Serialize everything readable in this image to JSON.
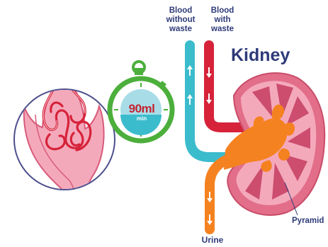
{
  "labels": {
    "blood_without_waste": "Blood\nwithout\nwaste",
    "blood_with_waste": "Blood\nwith\nwaste",
    "kidney": "Kidney",
    "urine": "Urine",
    "pyramid": "Pyramid"
  },
  "timer": {
    "value": "90ml",
    "unit": "min"
  },
  "colors": {
    "vessel_clean": "#3bbccc",
    "vessel_waste": "#d6233a",
    "urine": "#f58220",
    "kidney_outer": "#e26e8a",
    "kidney_inner": "#f4a9bb",
    "pyramid": "#cc4d6d",
    "timer_ring": "#4caf3c",
    "timer_face": "#a8dde8",
    "text": "#2e3a78"
  }
}
